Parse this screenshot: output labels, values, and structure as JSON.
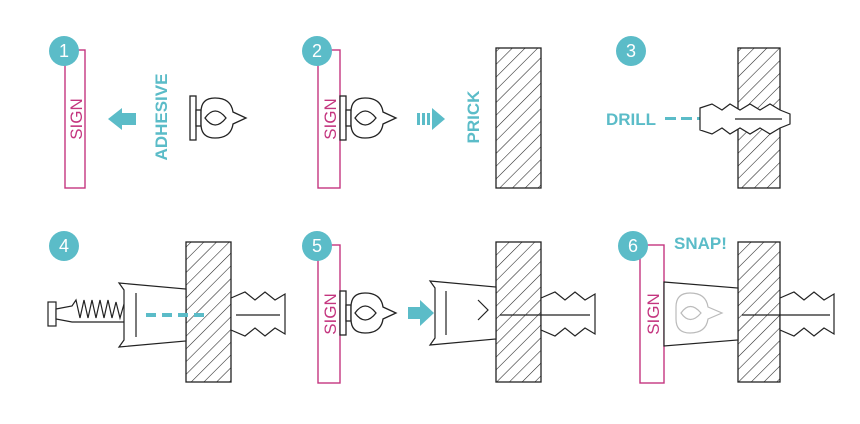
{
  "colors": {
    "teal": "#5bbcc8",
    "magenta": "#c4357f",
    "line": "#222222"
  },
  "steps": [
    {
      "number": "1",
      "sign": "SIGN",
      "label": "ADHESIVE"
    },
    {
      "number": "2",
      "sign": "SIGN",
      "label": "PRICK"
    },
    {
      "number": "3",
      "label": "DRILL"
    },
    {
      "number": "4"
    },
    {
      "number": "5",
      "sign": "SIGN"
    },
    {
      "number": "6",
      "sign": "SIGN",
      "label": "SNAP!"
    }
  ]
}
